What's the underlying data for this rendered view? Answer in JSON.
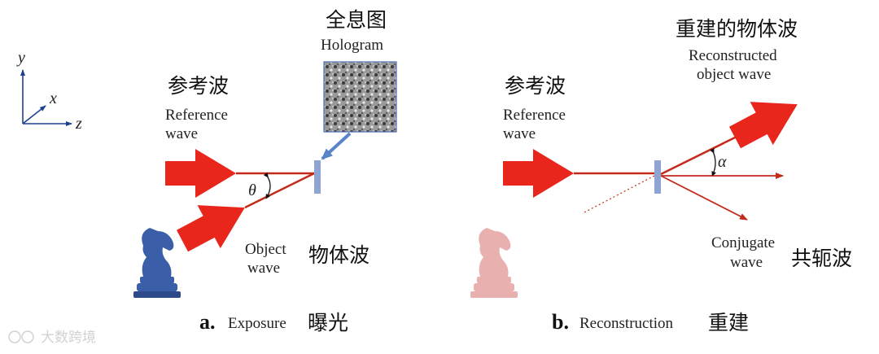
{
  "axes": {
    "y": "y",
    "x": "x",
    "z": "z"
  },
  "left_panel": {
    "hologram_cn": "全息图",
    "hologram_en": "Hologram",
    "reference_cn": "参考波",
    "reference_en_1": "Reference",
    "reference_en_2": "wave",
    "angle": "θ",
    "object_en_1": "Object",
    "object_en_2": "wave",
    "object_cn": "物体波",
    "caption_letter": "a.",
    "caption_en": "Exposure",
    "caption_cn": "曝光"
  },
  "right_panel": {
    "reconstructed_cn": "重建的物体波",
    "reconstructed_en_1": "Reconstructed",
    "reconstructed_en_2": "object wave",
    "reference_cn": "参考波",
    "reference_en_1": "Reference",
    "reference_en_2": "wave",
    "angle": "α",
    "conjugate_en_1": "Conjugate",
    "conjugate_en_2": "wave",
    "conjugate_cn": "共轭波",
    "caption_letter": "b.",
    "caption_en": "Reconstruction",
    "caption_cn": "重建"
  },
  "watermark": "大数跨境",
  "colors": {
    "beam_red": "#e8261c",
    "line_red": "#c42a1a",
    "plate_blue": "#8ea4d2",
    "pointer_blue": "#5a84c8",
    "axis_blue": "#1f3f8f",
    "knight_blue": "#3a5ea8",
    "knight_ghost": "#e6a3a3"
  }
}
